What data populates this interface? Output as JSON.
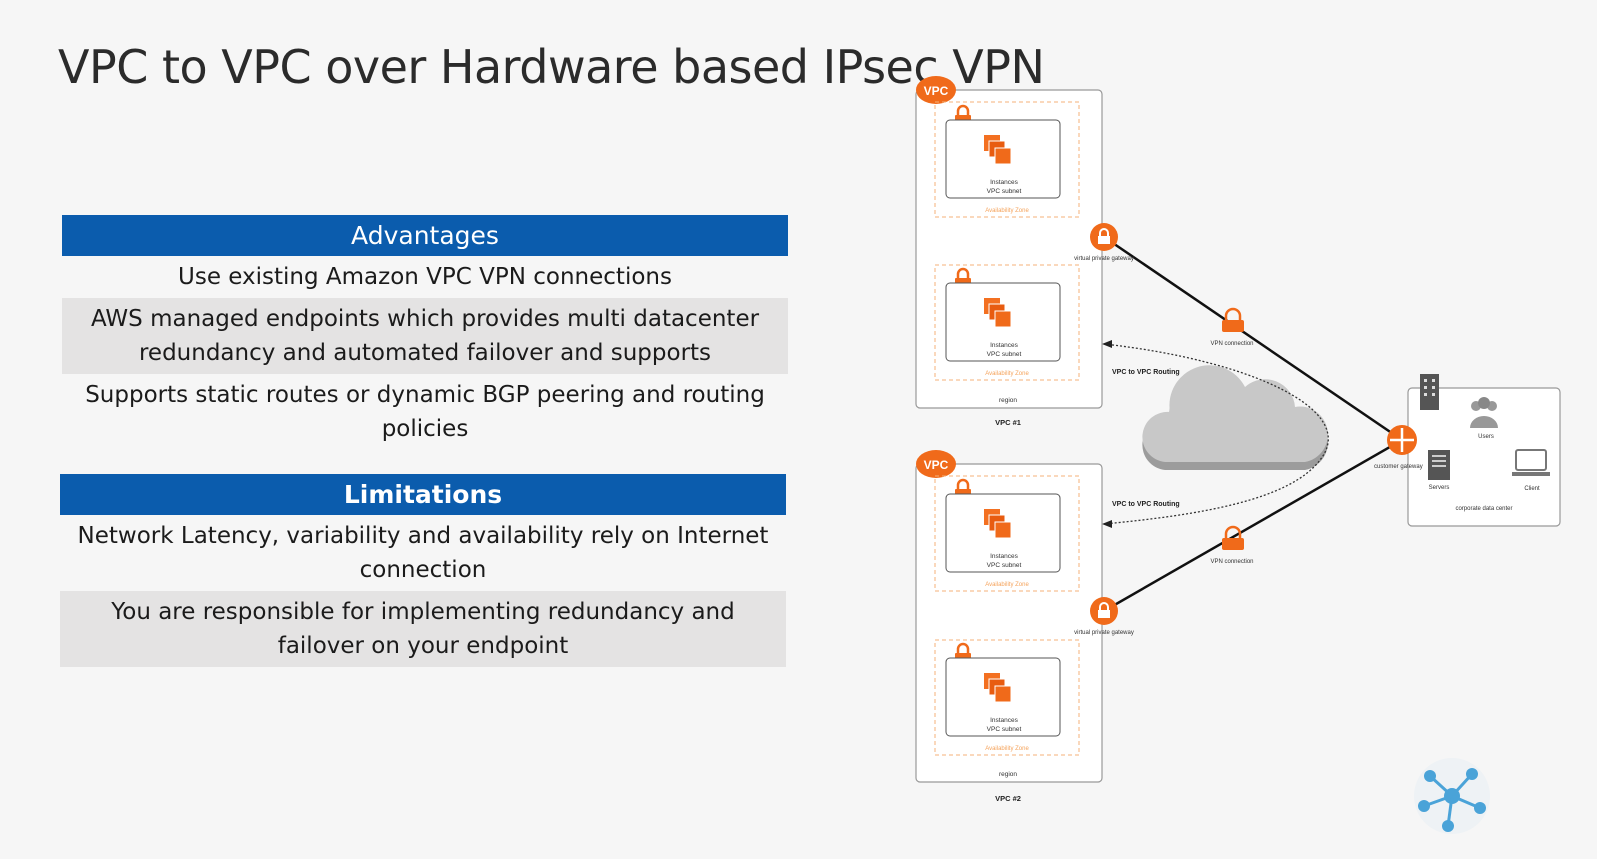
{
  "slide": {
    "title": "VPC to VPC over Hardware based IPsec VPN"
  },
  "advantages": {
    "header": "Advantages",
    "items": [
      "Use existing Amazon VPC VPN connections",
      "AWS managed endpoints which provides multi datacenter redundancy and automated failover and supports",
      "Supports static routes or dynamic BGP peering and routing policies"
    ]
  },
  "limitations": {
    "header": "Limitations",
    "items": [
      "Network Latency, variability and availability rely on Internet connection",
      "You are responsible for implementing redundancy and failover on your endpoint"
    ]
  },
  "diagram": {
    "vpc_badge": "VPC",
    "instances_label": "Instances",
    "subnet_label": "VPC subnet",
    "az_label": "Availability Zone",
    "region_label": "region",
    "vpc1_label": "VPC #1",
    "vpc2_label": "VPC #2",
    "vgw_label": "virtual private gateway",
    "vpn_conn_label": "VPN connection",
    "routing_label": "VPC to VPC Routing",
    "cgw_label": "customer gateway",
    "users_label": "Users",
    "servers_label": "Servers",
    "client_label": "Client",
    "dc_label": "corporate data center"
  },
  "colors": {
    "header_blue": "#0b5cad",
    "row_shade": "#e4e3e3",
    "aws_orange": "#f06a1a"
  }
}
